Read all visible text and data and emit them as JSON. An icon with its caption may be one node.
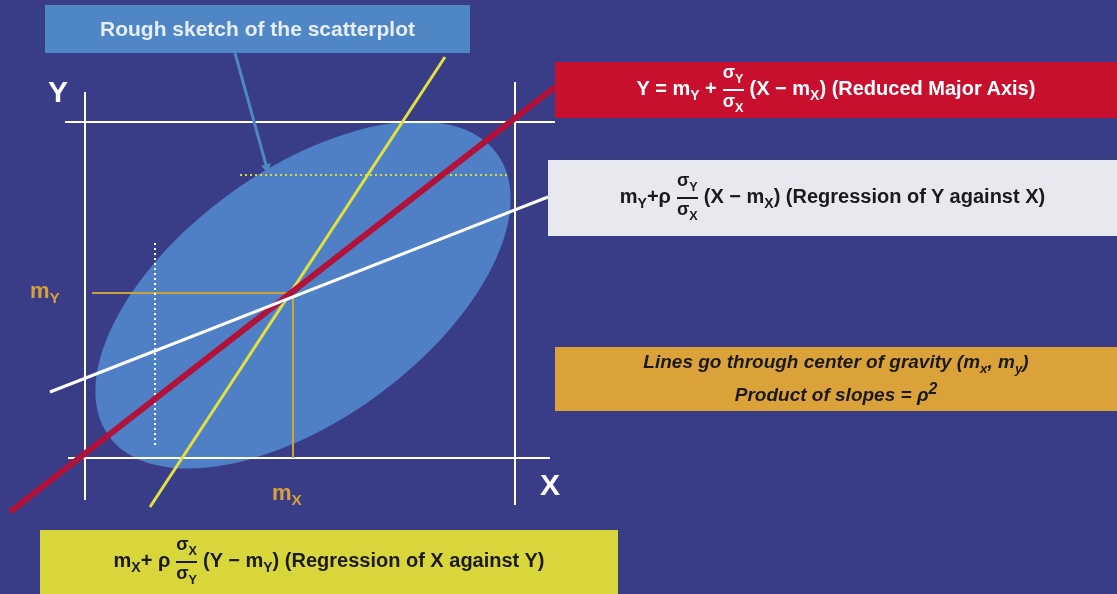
{
  "diagram": {
    "nodes": [
      {
        "text": [
          "Rough sketch of the scatterplot"
        ]
      },
      {
        "text": [],
        "shape": "ellipse"
      },
      {
        "text": [
          "Y = m$_{Y}$ +",
          "σ$_{Y}$",
          "σ$_{X}$",
          "(X − m$_{X}$) (Reduced Major Axis)"
        ]
      },
      {
        "text": [
          "m$_{Y}$+ρ",
          "σ$_{Y}$",
          "σ$_{X}$",
          "(X − m$_{X}$) (Regression of Y against X)"
        ]
      },
      {
        "text": [
          "Lines go through center of gravity (m$_{x}$, m$_{y}$) Product of slopes = ρ$^{2}$"
        ]
      },
      {
        "text": [
          "m$_{X}$+ ρ",
          "σ$_{X}$",
          "σ$_{Y}$",
          "(Y − m$_{Y}$) (Regression of X against Y)"
        ]
      }
    ],
    "edges": [
      {
        "from": 0,
        "to": 1,
        "arrow": "to"
      },
      {
        "from": null,
        "to": 2,
        "arrow": "none",
        "color": "#b0123a",
        "style": "thick"
      },
      {
        "from": null,
        "to": 3,
        "arrow": "none",
        "color": "#ffffff"
      }
    ],
    "labels": [
      "Y",
      "m$_{Y}$",
      "m$_{X}$",
      "X"
    ]
  }
}
